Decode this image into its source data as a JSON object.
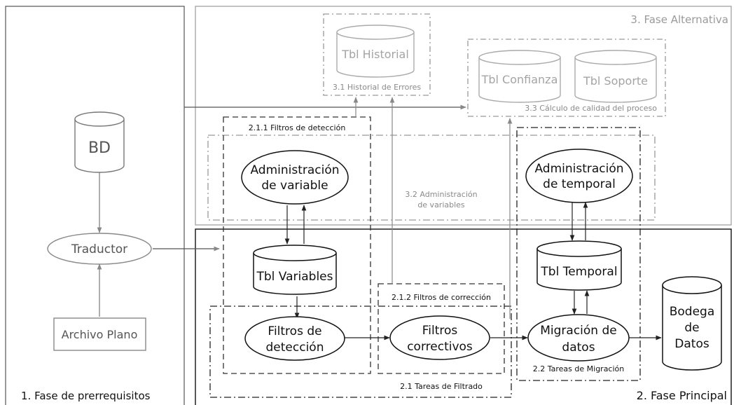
{
  "phases": {
    "prereq": "1. Fase de prerrequisitos",
    "principal": "2. Fase Principal",
    "alternativa": "3. Fase Alternativa"
  },
  "nodes": {
    "bd": "BD",
    "traductor": "Traductor",
    "archivo_plano": "Archivo Plano",
    "tbl_historial": "Tbl Historial",
    "tbl_confianza": "Tbl Confianza",
    "tbl_soporte": "Tbl Soporte",
    "admin_variable": [
      "Administración",
      "de variable"
    ],
    "tbl_variables": "Tbl Variables",
    "filtros_deteccion": [
      "Filtros de",
      "detección"
    ],
    "filtros_correctivos": [
      "Filtros",
      "correctivos"
    ],
    "admin_temporal": [
      "Administración",
      "de temporal"
    ],
    "tbl_temporal": "Tbl Temporal",
    "migracion": [
      "Migración de",
      "datos"
    ],
    "bodega": [
      "Bodega",
      "de",
      "Datos"
    ]
  },
  "groups": {
    "historial_errores": "3.1 Historial de Errores",
    "calidad": "3.3 Cálculo de calidad del proceso",
    "admin_variables": [
      "3.2 Administración",
      "de variables"
    ],
    "filtros_deteccion": "2.1.1 Filtros de detección",
    "filtros_correccion": "2.1.2 Filtros de corrección",
    "tareas_filtrado": "2.1 Tareas de Filtrado",
    "tareas_migracion": "2.2 Tareas de Migración"
  }
}
